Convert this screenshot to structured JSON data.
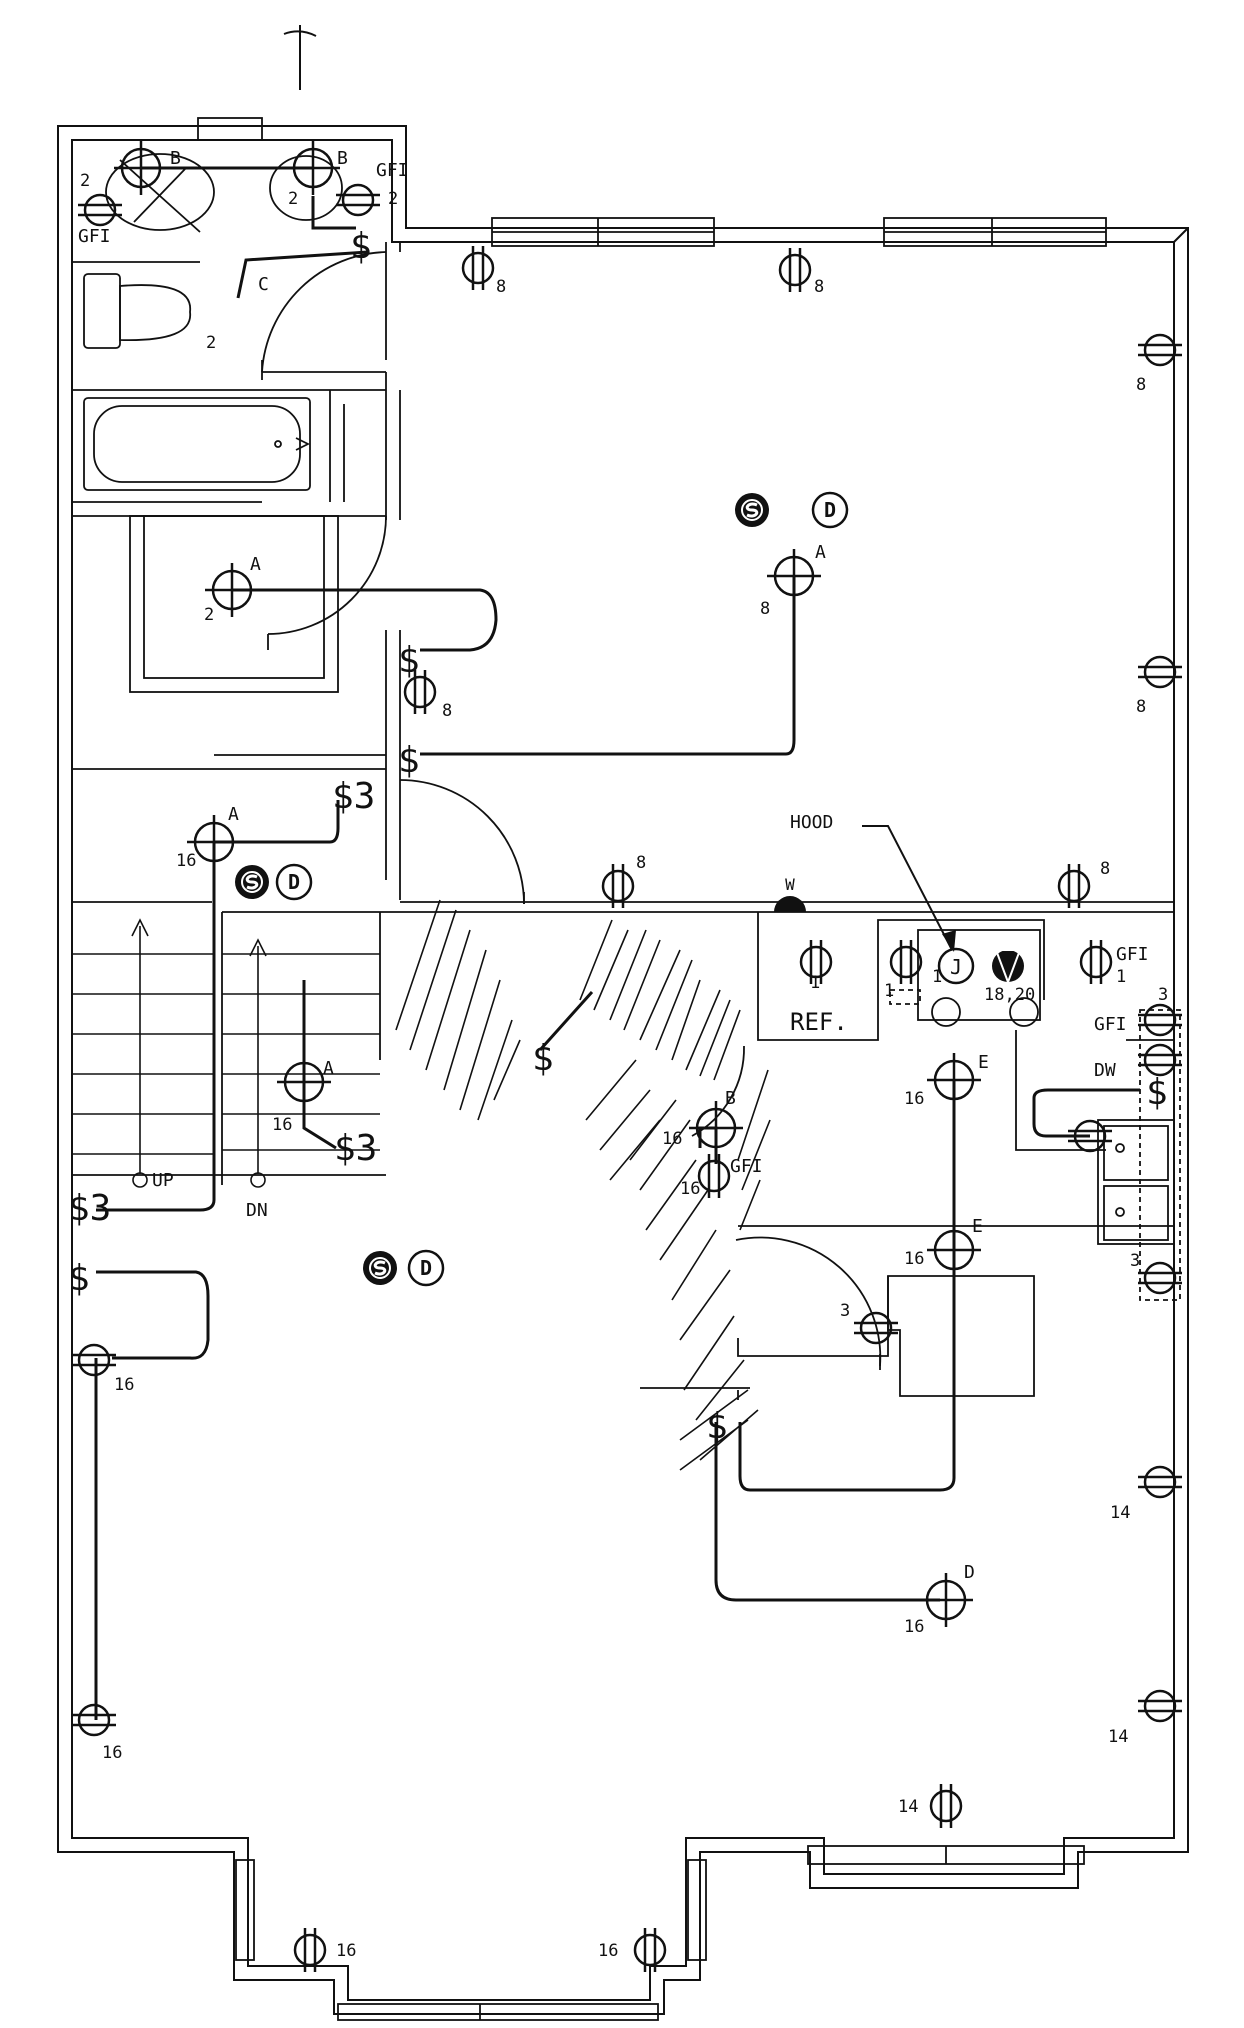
{
  "corner_mark": "+",
  "labels": {
    "b": "B",
    "a": "A",
    "c": "C",
    "d": "D",
    "e": "E",
    "gfi": "GFI",
    "gfi_left": "GFI",
    "gfi_bath": "GFI",
    "hood": "HOOD",
    "ref": "REF.",
    "dw": "DW",
    "up": "UP",
    "dn": "DN",
    "j": "J",
    "w": "W",
    "s": "S",
    "d_det": "D",
    "circ_1": "1",
    "circ_2": "2",
    "circ_3": "3",
    "circ_8": "8",
    "circ_14": "14",
    "circ_16": "16",
    "circ_1820": "18,20"
  },
  "switches": {
    "single": "$",
    "three_way": "$3"
  },
  "symbols": [
    "ceiling-light-icon",
    "duplex-receptacle-icon",
    "gfi-receptacle-icon",
    "switch-icon",
    "three-way-switch-icon",
    "smoke-detector-icon",
    "heat-detector-icon",
    "junction-box-icon",
    "weatherproof-outlet-icon"
  ],
  "colors": {
    "ink": "#111111",
    "paper": "#ffffff"
  }
}
